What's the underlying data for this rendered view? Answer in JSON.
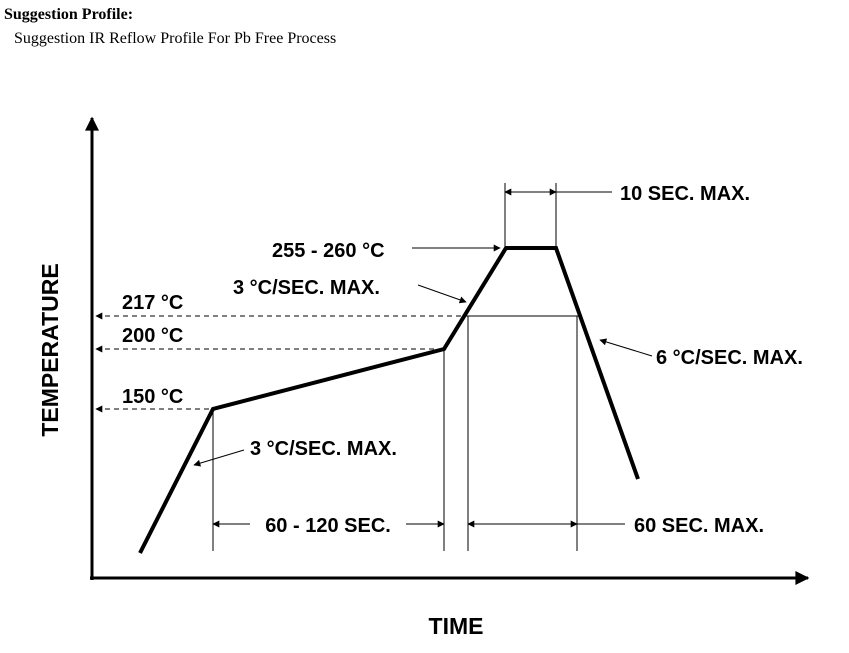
{
  "header": {
    "title": "Suggestion Profile:",
    "subtitle": "Suggestion IR Reflow Profile For Pb Free Process"
  },
  "diagram": {
    "y_axis_label": "TEMPERATURE",
    "x_axis_label": "TIME",
    "temperature_levels": {
      "t217": "217 °C",
      "t200": "200 °C",
      "t150": "150 °C"
    },
    "peak_label": "255 - 260 °C",
    "peak_time_label": "10 SEC. MAX.",
    "ramp_up_label_1": "3 °C/SEC. MAX.",
    "ramp_up_label_2": "3 °C/SEC. MAX.",
    "ramp_down_label": "6 °C/SEC. MAX.",
    "soak_duration_label": "60 - 120 SEC.",
    "above_liquidus_label": "60 SEC. MAX."
  }
}
